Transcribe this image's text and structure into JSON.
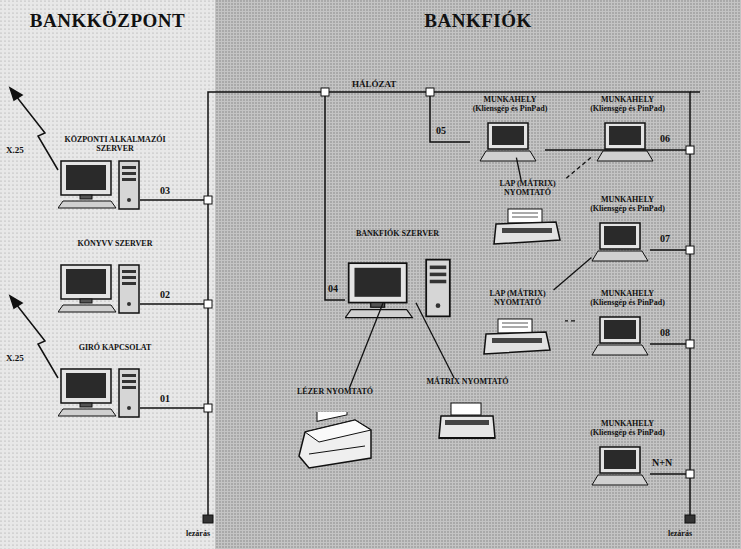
{
  "diagram": {
    "nodes": [
      {
        "text": [
          "BANKKÖZPONT"
        ]
      },
      {
        "text": [
          "BANKFIÓK"
        ]
      },
      {
        "text": [
          "KÖZPONTI ALKALMAZÓI SZERVER"
        ],
        "in": 0
      },
      {
        "text": [
          "KÖNYVV SZERVER"
        ],
        "in": 0
      },
      {
        "text": [
          "GIRÓ KAPCSOLAT"
        ],
        "in": 0
      },
      {
        "text": [
          "BANKFIÓK SZERVER"
        ],
        "in": 1
      },
      {
        "text": [
          "LÉZER NYOMTATÓ"
        ],
        "in": 1
      },
      {
        "text": [
          "MÁTRIX NYOMTATÓ"
        ],
        "in": 1
      },
      {
        "text": [
          "MUNKAHELY",
          "(Kliensgép és PinPad)"
        ],
        "in": 1
      },
      {
        "text": [
          "MUNKAHELY",
          "(Kliensgép és PinPad)"
        ],
        "in": 1
      },
      {
        "text": [
          "LAP (MÁTRIX) NYOMTATÓ"
        ],
        "in": 1
      },
      {
        "text": [
          "MUNKAHELY",
          "(Kliensgép és PinPad)"
        ],
        "in": 1
      },
      {
        "text": [
          "LAP (MÁTRIX) NYOMTATÓ"
        ],
        "in": 1
      },
      {
        "text": [
          "MUNKAHELY",
          "(Kliensgép és PinPad)"
        ],
        "in": 1
      },
      {
        "text": [
          "MUNKAHELY",
          "(Kliensgép és PinPad)"
        ],
        "in": 1
      }
    ],
    "edges": [
      {
        "from": 5,
        "to": 6,
        "arrow": "none"
      },
      {
        "from": 5,
        "to": 7,
        "arrow": "none"
      },
      {
        "from": 8,
        "to": 10,
        "arrow": "none"
      },
      {
        "from": 9,
        "to": 10,
        "arrow": "none"
      },
      {
        "from": 11,
        "to": 12,
        "arrow": "none"
      },
      {
        "from": 13,
        "to": 12,
        "arrow": "none"
      }
    ],
    "labels": [
      "HÁLÓZAT",
      "X.25",
      "X.25",
      "03",
      "02",
      "01",
      "04",
      "05",
      "06",
      "07",
      "08",
      "N+N",
      "lezárás",
      "lezárás"
    ]
  }
}
